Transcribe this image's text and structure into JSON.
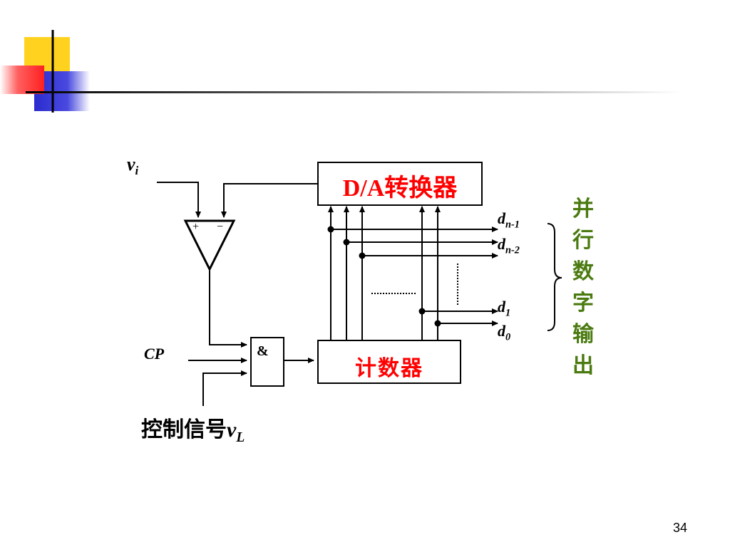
{
  "labels": {
    "vi_main": "v",
    "vi_sub": "i",
    "cp": "CP",
    "and_gate": "&",
    "plus": "+",
    "minus": "−",
    "control_main": "控制信号",
    "control_v": "v",
    "control_sub": "L",
    "dn1_main": "d",
    "dn1_sub": "n-1",
    "dn2_main": "d",
    "dn2_sub": "n-2",
    "d1_main": "d",
    "d1_sub": "1",
    "d0_main": "d",
    "d0_sub": "0"
  },
  "blocks": {
    "da_converter": "D/A转换器",
    "counter": "计数器"
  },
  "output_label": [
    "并",
    "行",
    "数",
    "字",
    "输",
    "出"
  ],
  "page_number": "34",
  "colors": {
    "block_text": "#ff0000",
    "output_text": "#4a7a10",
    "deco_yellow": "#ffd21f",
    "deco_red": "#ff3030",
    "deco_blue": "#2b2bcf"
  }
}
